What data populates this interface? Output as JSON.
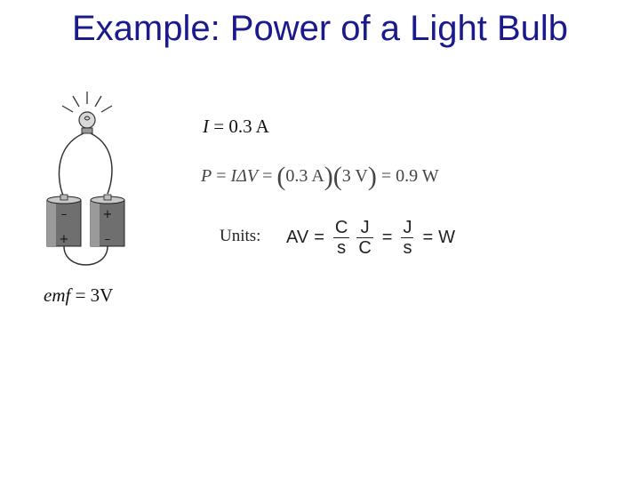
{
  "title": "Example: Power of a Light Bulb",
  "current": {
    "symbol": "I",
    "equals": " = ",
    "value": "0.3 A"
  },
  "power": {
    "P": "P",
    "eq1": " = ",
    "I": "I",
    "dV": "ΔV",
    "eq2": " = ",
    "open1": "(",
    "amps": "0.3 A",
    "close1": ")",
    "open2": "(",
    "volts": "3 V",
    "close2": ")",
    "eq3": " = ",
    "result": "0.9 W"
  },
  "units": {
    "label": "Units:",
    "lhs": "AV",
    "eq": "=",
    "frac1_num": "C",
    "frac1_den": "s",
    "frac2_num": "J",
    "frac2_den": "C",
    "frac3_num": "J",
    "frac3_den": "s",
    "result": "W"
  },
  "emf": {
    "symbol": "emf",
    "equals": " = ",
    "value": "3V"
  },
  "battery": {
    "plus": "+",
    "minus": "–"
  }
}
